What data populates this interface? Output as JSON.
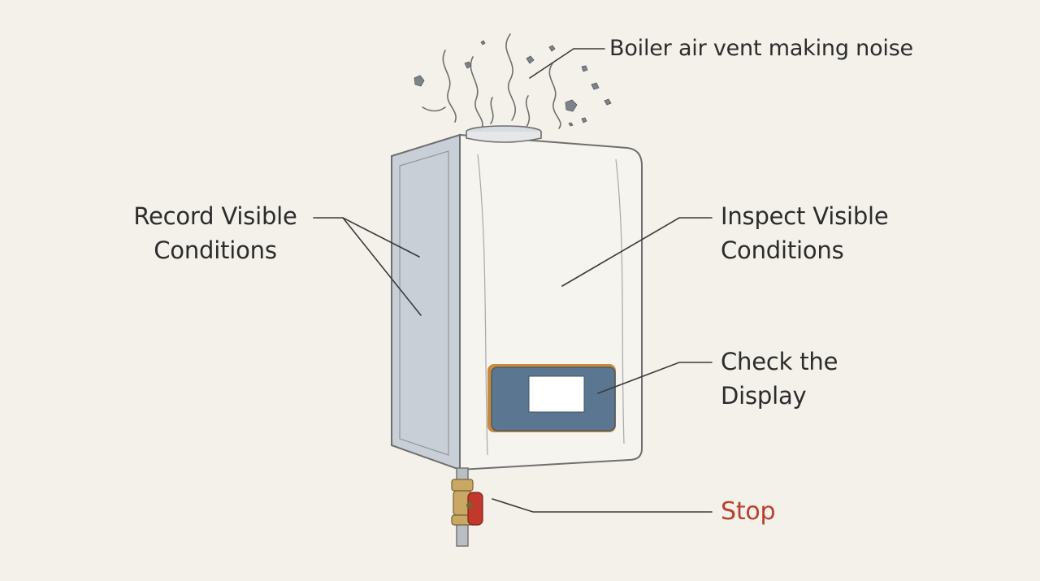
{
  "labels": {
    "vent": "Boiler air vent making noise",
    "record": [
      "Record Visible",
      "Conditions"
    ],
    "inspect": [
      "Inspect Visible",
      "Conditions"
    ],
    "display": [
      "Check the",
      "Display"
    ],
    "stop": "Stop"
  },
  "colors": {
    "background": "#f3f1ea",
    "text": "#2c2c2c",
    "stop_text": "#b8402e",
    "boiler_front": "#f6f4ef",
    "boiler_side": "#c9cfd6",
    "panel": "#5b7690",
    "panel_border": "#c98a3a",
    "valve_brass": "#c9a866",
    "valve_handle": "#c0392b",
    "outline": "#6f6f6f"
  },
  "icons": {
    "steam": "steam-wisps",
    "valve": "shutoff-valve"
  }
}
